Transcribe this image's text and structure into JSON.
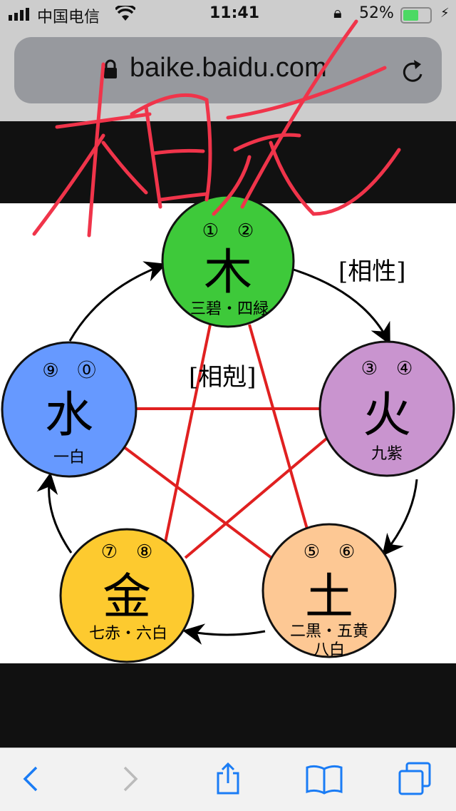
{
  "status_bar": {
    "carrier": "中国电信",
    "time": "11:41",
    "battery": "52%",
    "battery_level": 0.52
  },
  "browser": {
    "url": "baike.baidu.com"
  },
  "diagram": {
    "label_generating": "[相性]",
    "label_overcoming": "[相剋]",
    "elements": [
      {
        "char": "木",
        "numbers": "①　②",
        "sub": "三碧・四緑",
        "color": "#3ec93a"
      },
      {
        "char": "火",
        "numbers": "③　④",
        "sub": "九紫",
        "color": "#c994cf"
      },
      {
        "char": "土",
        "numbers": "⑤　⑥",
        "sub": "二黒・五黄",
        "sub2": "八白",
        "color": "#fdc894"
      },
      {
        "char": "金",
        "numbers": "⑦　⑧",
        "sub": "七赤・六白",
        "color": "#fdca2f"
      },
      {
        "char": "水",
        "numbers": "⑨　⓪",
        "sub": "一白",
        "color": "#6699ff"
      }
    ]
  },
  "annotation": {
    "handwritten_text": "相克",
    "color": "#f0344a"
  }
}
